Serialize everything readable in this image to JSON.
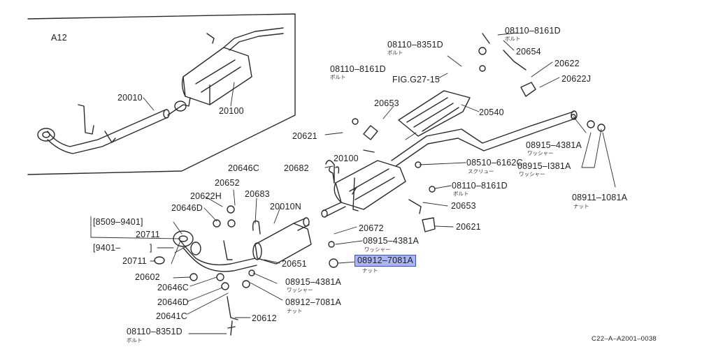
{
  "inset": {
    "title": "A12",
    "labels": {
      "pipe": "20010",
      "muffler": "20100"
    }
  },
  "parts": {
    "p20010N": "20010N",
    "p20100": "20100",
    "p20540": "20540",
    "p20621a": "20621",
    "p20621b": "20621",
    "p20622": "20622",
    "p20622J": "20622J",
    "p20622H": "20622H",
    "p20646C_top": "20646C",
    "p20646C_low": "20646C",
    "p20646D_top": "20646D",
    "p20646D_low": "20646D",
    "p20652": "20652",
    "p20653a": "20653",
    "p20653b": "20653",
    "p20654": "20654",
    "p20672": "20672",
    "p20682": "20682",
    "p20683": "20683",
    "p20651": "20651",
    "p20602": "20602",
    "p20641C": "20641C",
    "p20612": "20612",
    "p20711a": "20711",
    "p20711b": "20711",
    "range1": "[8509–9401]",
    "range2": "[9401–",
    "range2_close": "]",
    "fig": "FIG.G27-15"
  },
  "fasteners": {
    "b8351_top": "08110–8351D",
    "b8351_top_sub": "ボルト",
    "b8161_top": "08110–8161D",
    "b8161_top_sub": "ボルト",
    "b8161_mid": "08110–8161D",
    "b8161_mid_sub": "ボルト",
    "b8161_right": "08110–8161D",
    "b8161_right_sub": "ボルト",
    "s6162": "08510–6162C",
    "s6162_sub": "スクリュー",
    "w4381_right": "08915–4381A",
    "w4381_right_sub": "ワッシャー",
    "w1381": "08915–I381A",
    "w1381_sub": "ワッシャー",
    "n1081": "08911–1081A",
    "n1081_sub": "ナット",
    "w4381_mid": "08915–4381A",
    "w4381_mid_sub": "ワッシャー",
    "n7081_hl": "08912–7081A",
    "n7081_hl_sub": "ナット",
    "w4381_low": "08915–4381A",
    "w4381_low_sub": "ワッシャー",
    "n7081_low": "08912–7081A",
    "n7081_low_sub": "ナット",
    "b8351_low": "08110–8351D",
    "b8351_low_sub": "ボルト"
  },
  "footer": {
    "code": "C22–A–A2001–0038"
  },
  "colors": {
    "line": "#2a2a2a",
    "highlight": "#aab6f2",
    "highlight_border": "#3a4fc8"
  }
}
